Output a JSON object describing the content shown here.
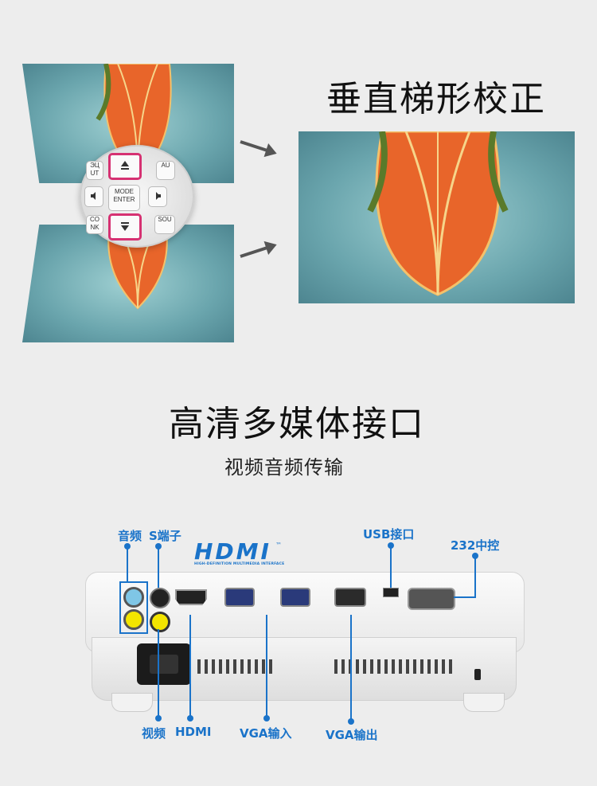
{
  "section1": {
    "title": "垂直梯形校正",
    "remote": {
      "mode_enter": "MODE\nENTER",
      "left_top": "ЭЦ\nUT",
      "right_top": "AU",
      "left_bottom": "CO\nNK",
      "right_bottom": "SOU"
    }
  },
  "section2": {
    "title": "高清多媒体接口",
    "subtitle": "视频音频传输"
  },
  "hdmi_logo": {
    "wordmark": "HDMI",
    "tm": "™",
    "tagline": "HIGH-DEFINITION MULTIMEDIA INTERFACE"
  },
  "labels": {
    "audio": "音频",
    "svideo": "S端子",
    "usb": "USB接口",
    "rs232": "232中控",
    "video": "视频",
    "hdmi": "HDMI",
    "vga_in": "VGA输入",
    "vga_out": "VGA输出"
  },
  "colors": {
    "accent": "#1a73c9",
    "highlight": "#d63172"
  }
}
